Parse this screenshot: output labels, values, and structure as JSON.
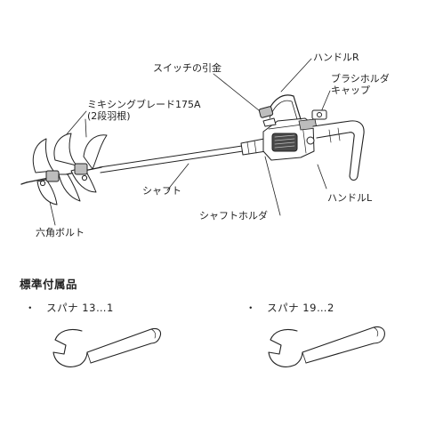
{
  "labels": {
    "switch_trigger": "スイッチの引金",
    "handle_r": "ハンドルR",
    "brush_holder_cap_line1": "ブラシホルダ",
    "brush_holder_cap_line2": "キャップ",
    "mixing_blade_line1": "ミキシングブレード175A",
    "mixing_blade_line2": "(2段羽根)",
    "shaft": "シャフト",
    "shaft_holder": "シャフトホルダ",
    "handle_l": "ハンドルL",
    "hex_bolt": "六角ボルト"
  },
  "accessories": {
    "title": "標準付属品",
    "items": [
      {
        "bullet": "・",
        "label": "スパナ 13…1"
      },
      {
        "bullet": "・",
        "label": "スパナ 19…2"
      }
    ]
  },
  "colors": {
    "line": "#222222",
    "fill": "#ffffff",
    "shade": "#bdbdbd",
    "dark": "#4a4a4a"
  },
  "icons": [
    "mixer-drill-illustration",
    "wrench-icon",
    "wrench-icon"
  ]
}
